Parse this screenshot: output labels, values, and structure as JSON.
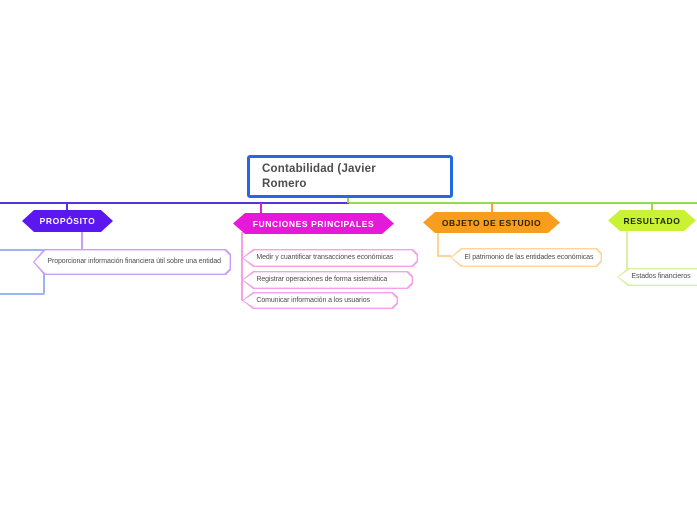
{
  "map": {
    "root": {
      "title": "Contabilidad (Javier\nRomero",
      "border_color": "#2468e4"
    },
    "branches": [
      {
        "label": "PROPÓSITO",
        "fill": "#5a17f0",
        "label_color": "#ffffff",
        "child_border_color": "#c79df5",
        "children": [
          "Proporcionar información financiera útil sobre una entidad"
        ]
      },
      {
        "label": "FUNCIONES PRINCIPALES",
        "fill": "#e619d9",
        "label_color": "#ffffff",
        "child_border_color": "#f5a0e8",
        "children": [
          "Medir y cuantificar transacciones económicas",
          "Registrar operaciones de forma sistemática",
          "Comunicar información a los usuarios"
        ]
      },
      {
        "label": "OBJETO DE ESTUDIO",
        "fill": "#f99d1e",
        "label_color": "#2b2200",
        "child_border_color": "#fbd59c",
        "children": [
          "El patrimonio de las entidades económicas"
        ]
      },
      {
        "label": "RESULTADO",
        "fill": "#c9f235",
        "label_color": "#1f2400",
        "child_border_color": "#d9efa3",
        "children": [
          "Estados financieros"
        ]
      }
    ],
    "connectors": {
      "rail_left_color": "#5533e0",
      "rail_right_color": "#99d94f"
    }
  }
}
